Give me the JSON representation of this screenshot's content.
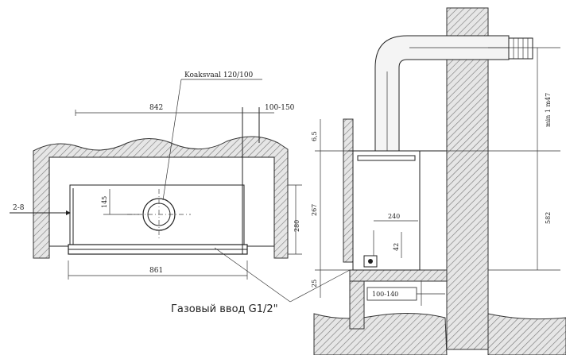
{
  "labels": {
    "coaxial": "Koaksvaal 120/100",
    "width_top": "842",
    "gap_right": "100-150",
    "left_arrow": "2-8",
    "height_inner": "145",
    "height_right": "280",
    "width_bottom": "861",
    "gas_inlet": "Газовый ввод G1/2\"",
    "dim_vert_top": "6,5",
    "dim_vert_mid": "267",
    "dim_240": "240",
    "dim_42": "42",
    "dim_25": "25",
    "dim_floor": "100-140",
    "dim_right_top": "min 1 m47",
    "dim_right_mid": "582"
  }
}
